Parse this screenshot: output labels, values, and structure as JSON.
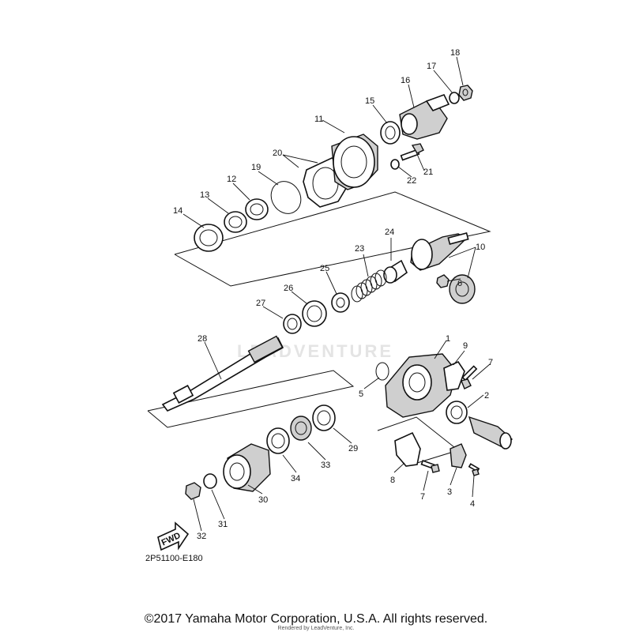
{
  "diagram": {
    "drawing_code": "2P51100-E180",
    "fwd_label": "FWD",
    "watermark": "LEADVENTURE",
    "callouts": [
      "1",
      "2",
      "3",
      "4",
      "5",
      "6",
      "7",
      "7",
      "8",
      "9",
      "10",
      "11",
      "12",
      "13",
      "14",
      "15",
      "16",
      "17",
      "18",
      "19",
      "20",
      "21",
      "22",
      "23",
      "24",
      "25",
      "26",
      "27",
      "28",
      "29",
      "30",
      "31",
      "32",
      "33",
      "34"
    ]
  },
  "footer": {
    "copyright": "©2017 Yamaha Motor Corporation, U.S.A. All rights reserved.",
    "rendered_by": "Rendered by LeadVenture, Inc."
  }
}
